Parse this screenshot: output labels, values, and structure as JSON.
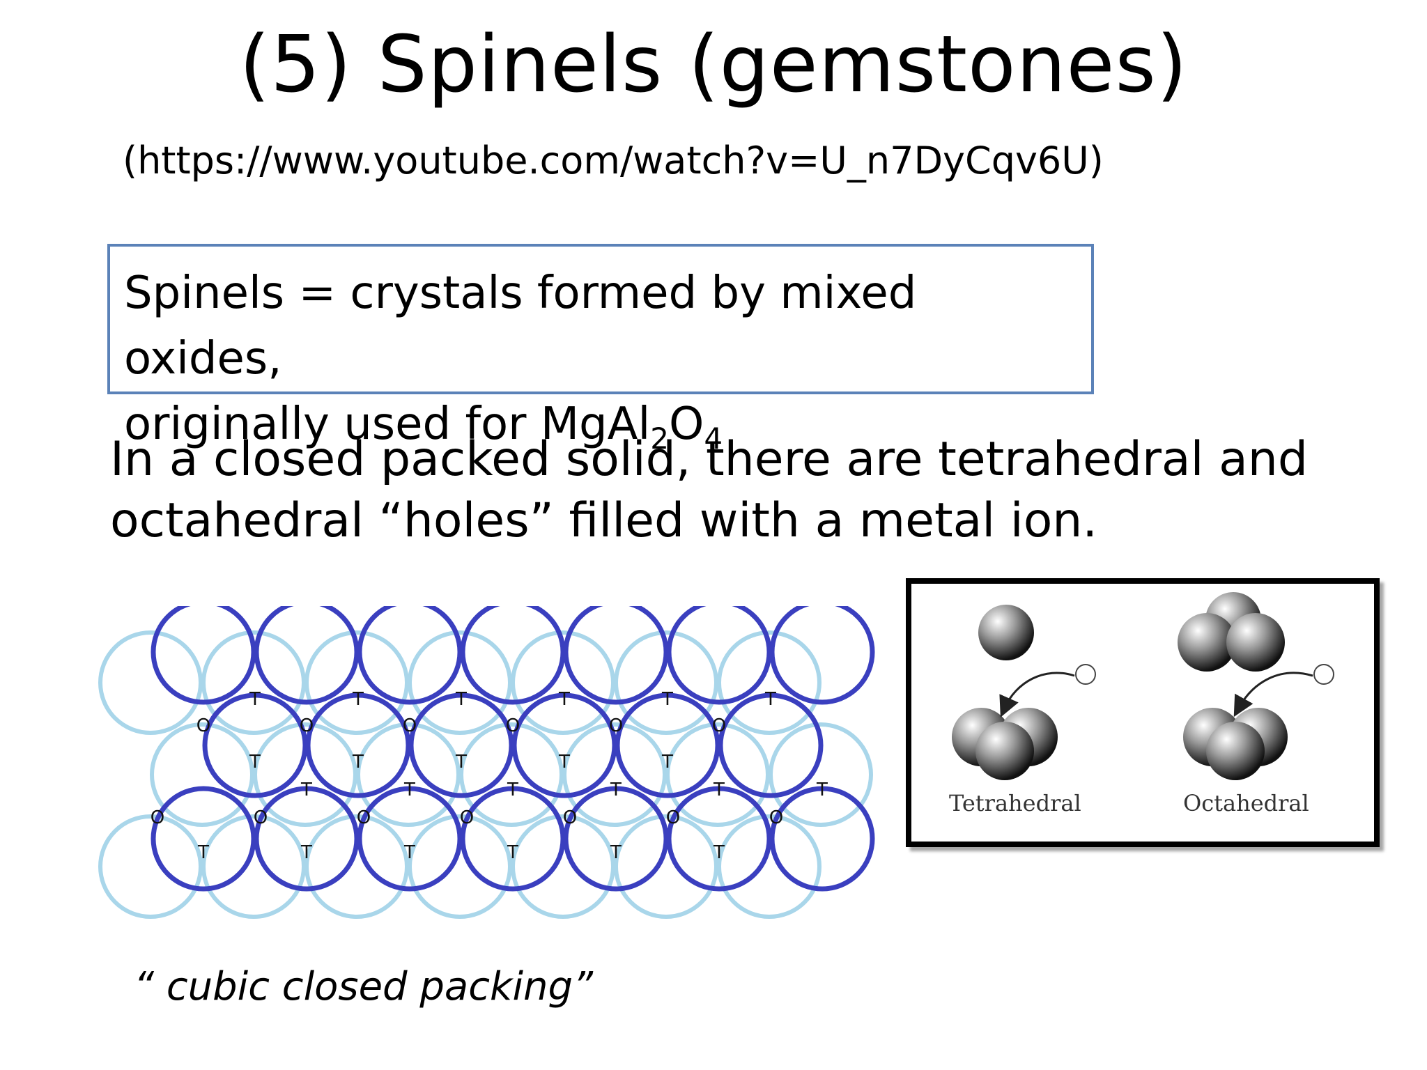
{
  "slide": {
    "title": "(5) Spinels  (gemstones)",
    "link": "(https://www.youtube.com/watch?v=U_n7DyCqv6U)",
    "definition": {
      "line1": "Spinels = crystals formed by mixed oxides,",
      "line2_prefix": "originally used for MgAl",
      "sub1": "2",
      "mid": "O",
      "sub2": "4"
    },
    "paragraph": {
      "line1": "In a closed packed solid, there are tetrahedral and",
      "line2": "octahedral “holes” filled with a metal ion."
    },
    "caption": "“ cubic closed packing”",
    "packing_diagram": {
      "tetrahedral_mark": "T",
      "octahedral_mark": "O",
      "colors": {
        "front_layer": "#3a3fbf",
        "back_layer": "#a9d6ea"
      }
    },
    "holes_panel": {
      "tetrahedral_label": "Tetrahedral",
      "octahedral_label": "Octahedral"
    }
  }
}
